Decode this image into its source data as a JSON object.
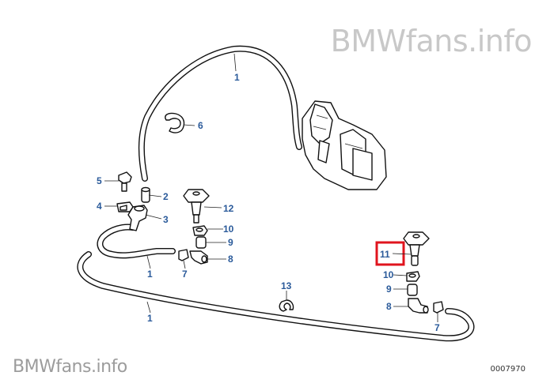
{
  "watermark_top": "BMWfans.info",
  "watermark_bottom": "BMWfans.info",
  "diagram_code": "0007970",
  "highlight_color": "#e0141e",
  "label_color": "#2a5a9a",
  "callouts": {
    "hose_top": "1",
    "hose_left": "1",
    "hose_bottom": "1",
    "bracket_6": "6",
    "item_5": "5",
    "item_4": "4",
    "item_2": "2",
    "item_3": "3",
    "nozzle_12": "12",
    "item_10_left": "10",
    "item_9_left": "9",
    "item_8_left": "8",
    "item_7_left": "7",
    "item_13": "13",
    "nozzle_11": "11",
    "item_10_right": "10",
    "item_9_right": "9",
    "item_8_right": "8",
    "item_7_right": "7"
  }
}
